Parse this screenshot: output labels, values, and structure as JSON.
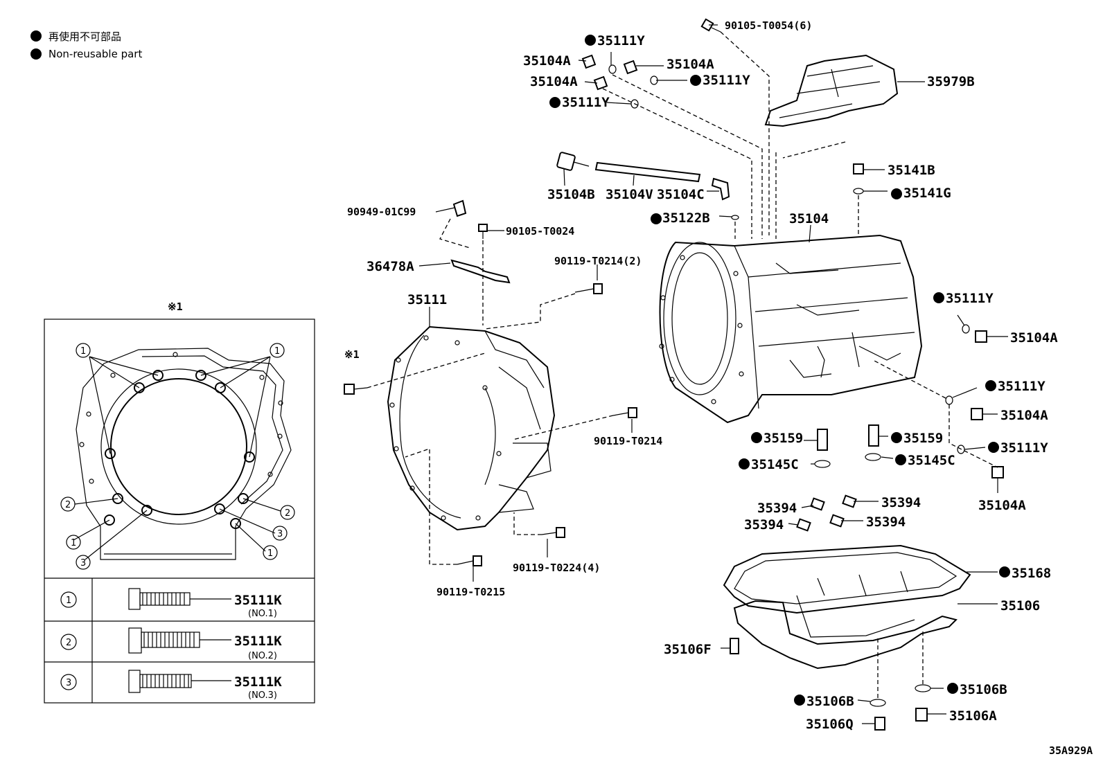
{
  "legend": {
    "line1": "再使用不可部品",
    "line2": "Non-reusable part"
  },
  "figure_code": "35A929A",
  "callouts": {
    "c90105_T0054": "90105-T0054(6)",
    "c35111Y_a": "35111Y",
    "c35104A_a": "35104A",
    "c35104A_b": "35104A",
    "c35104A_c": "35104A",
    "c35111Y_b": "35111Y",
    "c35111Y_c": "35111Y",
    "c35979B": "35979B",
    "c35141B": "35141B",
    "c35141G": "35141G",
    "c35104B": "35104B",
    "c35104V": "35104V",
    "c35104C": "35104C",
    "c35122B": "35122B",
    "c35104": "35104",
    "c90949": "90949-01C99",
    "c90105_T0024": "90105-T0024",
    "c36478A": "36478A",
    "c90119_T0214_2": "90119-T0214(2)",
    "c35111": "35111",
    "c_ref1": "※1",
    "c90119_T0214": "90119-T0214",
    "c35111Y_d": "35111Y",
    "c35104A_d": "35104A",
    "c35111Y_e": "35111Y",
    "c35104A_e": "35104A",
    "c35159_a": "35159",
    "c35159_b": "35159",
    "c35145C_a": "35145C",
    "c35145C_b": "35145C",
    "c35111Y_f": "35111Y",
    "c35104A_f": "35104A",
    "c35394_a": "35394",
    "c35394_b": "35394",
    "c35394_c": "35394",
    "c35394_d": "35394",
    "c90119_T0224_4": "90119-T0224(4)",
    "c90119_T0215": "90119-T0215",
    "c35168": "35168",
    "c35106": "35106",
    "c35106F": "35106F",
    "c35106B_a": "35106B",
    "c35106B_b": "35106B",
    "c35106Q": "35106Q",
    "c35106A": "35106A"
  },
  "inset": {
    "title": "※1",
    "markers": [
      "1",
      "2",
      "3"
    ],
    "rows": [
      {
        "num": "1",
        "part": "35111K",
        "note": "(NO.1)"
      },
      {
        "num": "2",
        "part": "35111K",
        "note": "(NO.2)"
      },
      {
        "num": "3",
        "part": "35111K",
        "note": "(NO.3)"
      }
    ]
  }
}
